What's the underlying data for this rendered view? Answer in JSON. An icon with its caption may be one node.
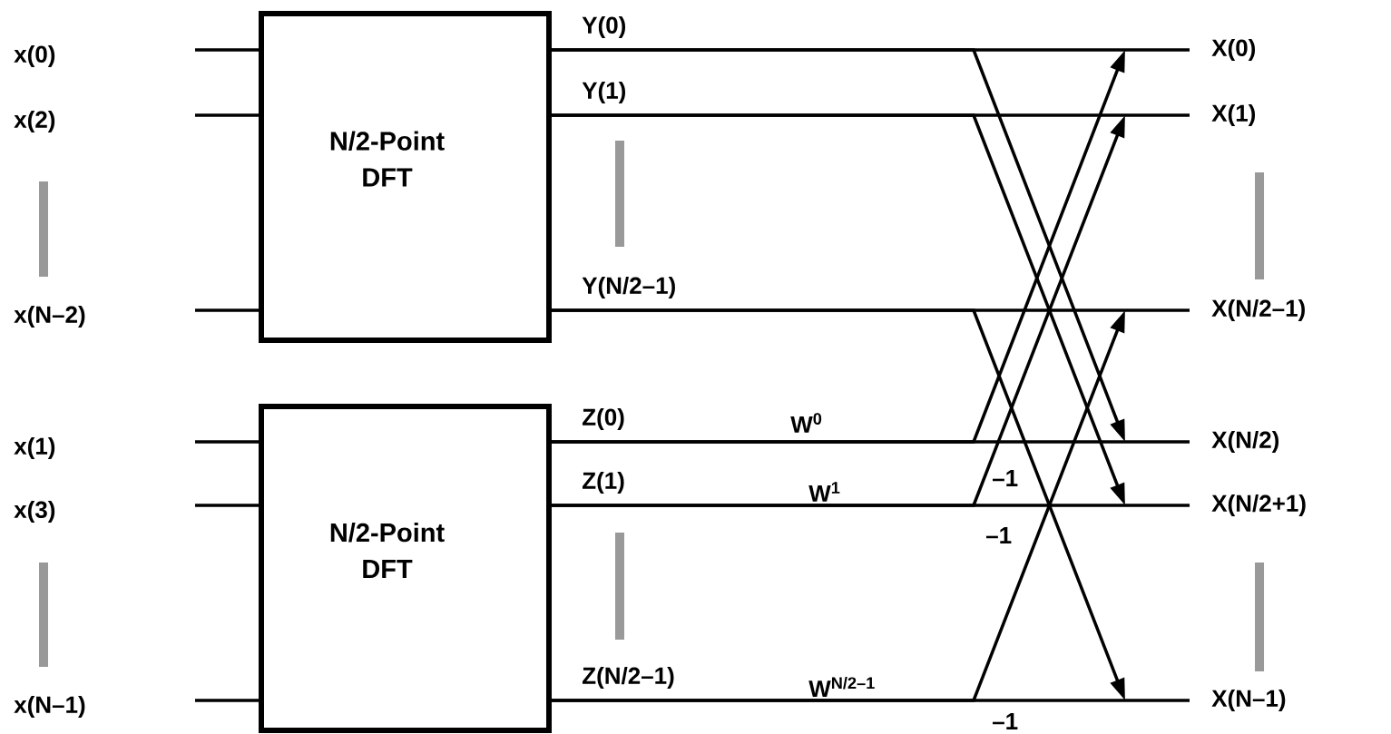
{
  "diagram": {
    "nodes": [
      {
        "text": [
          "N/2-Point DFT"
        ]
      },
      {
        "text": [
          "N/2-Point DFT"
        ]
      },
      {
        "text": [
          "X(0)"
        ]
      },
      {
        "text": [
          "X(1)"
        ]
      },
      {
        "text": [
          "X(N/2–1)"
        ]
      },
      {
        "text": [
          "X(N/2)"
        ]
      },
      {
        "text": [
          "X(N/2+1)"
        ]
      },
      {
        "text": [
          "X(N–1)"
        ]
      }
    ],
    "edges": [
      {
        "from": null,
        "to": 0,
        "arrow": "none"
      },
      {
        "from": null,
        "to": 0,
        "arrow": "none"
      },
      {
        "from": null,
        "to": 0,
        "arrow": "none"
      },
      {
        "from": null,
        "to": 1,
        "arrow": "none"
      },
      {
        "from": null,
        "to": 1,
        "arrow": "none"
      },
      {
        "from": null,
        "to": 1,
        "arrow": "none"
      },
      {
        "from": 0,
        "to": 2,
        "arrow": "none",
        "label": "Y(0)"
      },
      {
        "from": 0,
        "to": 3,
        "arrow": "none",
        "label": "Y(1)"
      },
      {
        "from": 0,
        "to": 4,
        "arrow": "none",
        "label": "Y(N/2–1)"
      },
      {
        "from": 1,
        "to": 5,
        "arrow": "none",
        "label": "Z(0)"
      },
      {
        "from": 1,
        "to": 6,
        "arrow": "none",
        "label": "Z(1)"
      },
      {
        "from": 1,
        "to": 7,
        "arrow": "none",
        "label": "Z(N/2–1)"
      },
      {
        "from": 0,
        "to": 5,
        "arrow": "to"
      },
      {
        "from": 0,
        "to": 6,
        "arrow": "to"
      },
      {
        "from": 0,
        "to": 7,
        "arrow": "to"
      },
      {
        "from": 1,
        "to": 2,
        "arrow": "to"
      },
      {
        "from": 1,
        "to": 3,
        "arrow": "to"
      },
      {
        "from": 1,
        "to": 4,
        "arrow": "to"
      }
    ],
    "labels": [
      "x(0)",
      "x(2)",
      "x(N–2)",
      "x(1)",
      "x(3)",
      "x(N–1)",
      "W$^{0}$",
      "W$^{1}$",
      "W$^{N/2–1}$",
      "–1",
      "–1",
      "–1"
    ]
  }
}
